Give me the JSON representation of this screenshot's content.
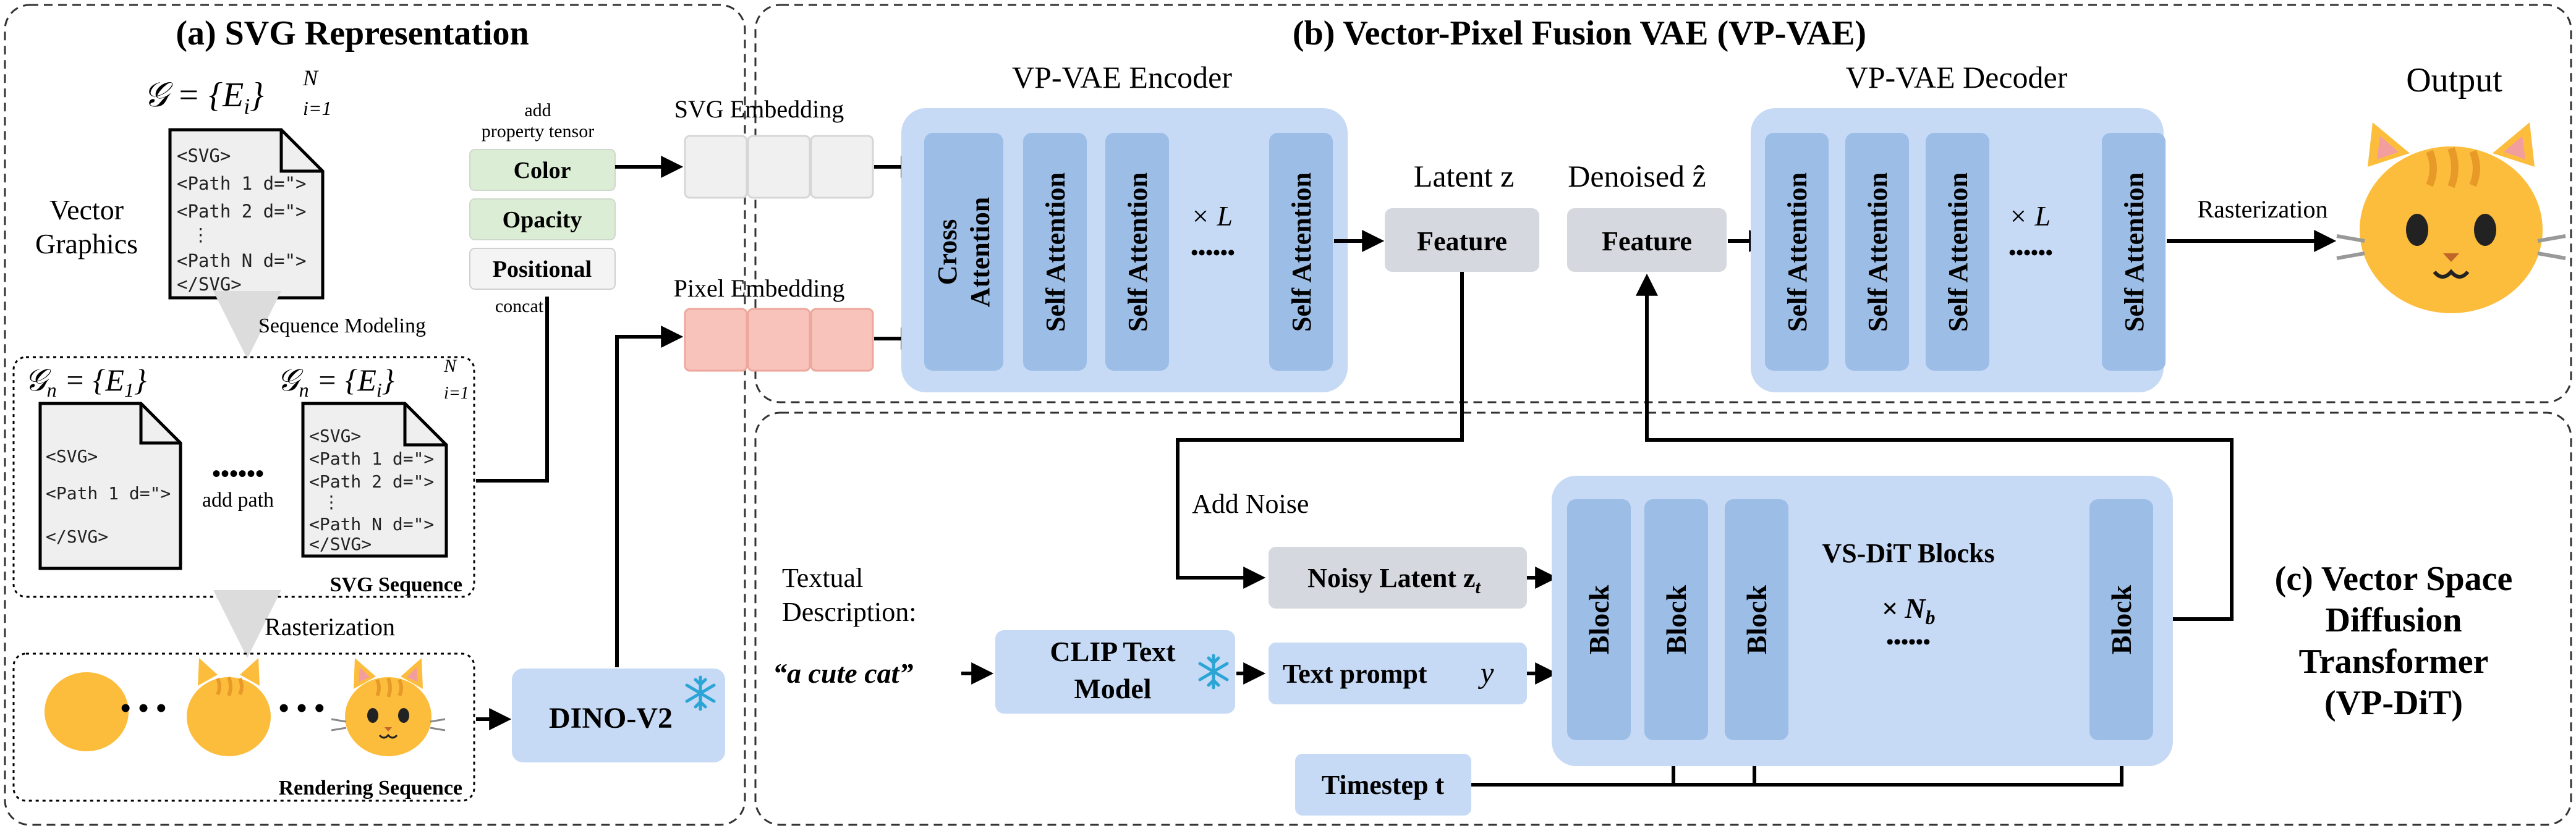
{
  "sections": {
    "a_title": "(a) SVG Representation",
    "b_title": "(b) Vector-Pixel Fusion VAE (VP-VAE)",
    "c_title_line1": "(c) Vector Space",
    "c_title_line2": "Diffusion",
    "c_title_line3": "Transformer",
    "c_title_line4": "(VP-DiT)"
  },
  "svg_representation": {
    "formula_G": "𝒢 = {E",
    "formula_G_sub": "i",
    "formula_G_close": "}",
    "formula_G_sup": "N",
    "formula_G_lim": "i=1",
    "vector_graphics_line1": "Vector",
    "vector_graphics_line2": "Graphics",
    "doc_lines": [
      "<SVG>",
      "<Path 1 d=\">",
      "<Path 2 d=\">",
      "⋮",
      "<Path N d=\">",
      "</SVG>"
    ],
    "sequence_modeling": "Sequence Modeling",
    "gn_formula_left": "𝒢",
    "gn_left_sub": "n",
    "gn_left_rest": " = {E",
    "gn_left_sub2": "1",
    "gn_left_close": "}",
    "gn_right_rest": " = {E",
    "gn_right_sub2": "i",
    "gn_right_close": "}",
    "gn_right_sup": "N",
    "gn_right_lim": "i=1",
    "doc_small_lines": [
      "<SVG>",
      "<Path 1 d=\">",
      "</SVG>"
    ],
    "dots": "••••••",
    "add_path": "add path",
    "svg_sequence": "SVG Sequence",
    "rasterization": "Rasterization",
    "rendering_dots": "• • •",
    "rendering_sequence": "Rendering Sequence"
  },
  "tokens": {
    "add_property": "add",
    "property_tensor": "property tensor",
    "color": "Color",
    "opacity": "Opacity",
    "positional": "Positional",
    "concat": "concat",
    "svg_embedding": "SVG Embedding",
    "pixel_embedding": "Pixel Embedding",
    "dino": "DINO-V2"
  },
  "vae": {
    "encoder_title": "VP-VAE Encoder",
    "decoder_title": "VP-VAE Decoder",
    "cross_attention_line1": "Cross",
    "cross_attention_line2": "Attention",
    "self_attention": "Self Attention",
    "times_l": "× L",
    "dots": "••••••",
    "latent_label": "Latent z",
    "denoised_label": "Denoised ẑ",
    "feature": "Feature",
    "output": "Output",
    "rasterization": "Rasterization"
  },
  "dit": {
    "add_noise": "Add Noise",
    "noisy_latent": "Noisy Latent z",
    "noisy_latent_sub": "t",
    "textual_description_line1": "Textual",
    "textual_description_line2": "Description:",
    "prompt_text": "“a cute cat”",
    "clip_line1": "CLIP Text",
    "clip_line2": "Model",
    "text_prompt": "Text prompt",
    "text_prompt_var": "y",
    "timestep": "Timestep t",
    "vs_dit_blocks": "VS-DiT Blocks",
    "times_nb": "× N",
    "times_nb_sub": "b",
    "block": "Block",
    "dots": "••••••"
  },
  "colors": {
    "blue_panel": "#c6d9f5",
    "blue_block": "#9cbde6",
    "gray_box": "#d5d8de",
    "green_token": "#dcedd5",
    "pink_token": "#f7c3bb",
    "cat_orange": "#fdbd3c",
    "svg_orange": "#e07b18",
    "snow_blue": "#2aa5d6"
  }
}
